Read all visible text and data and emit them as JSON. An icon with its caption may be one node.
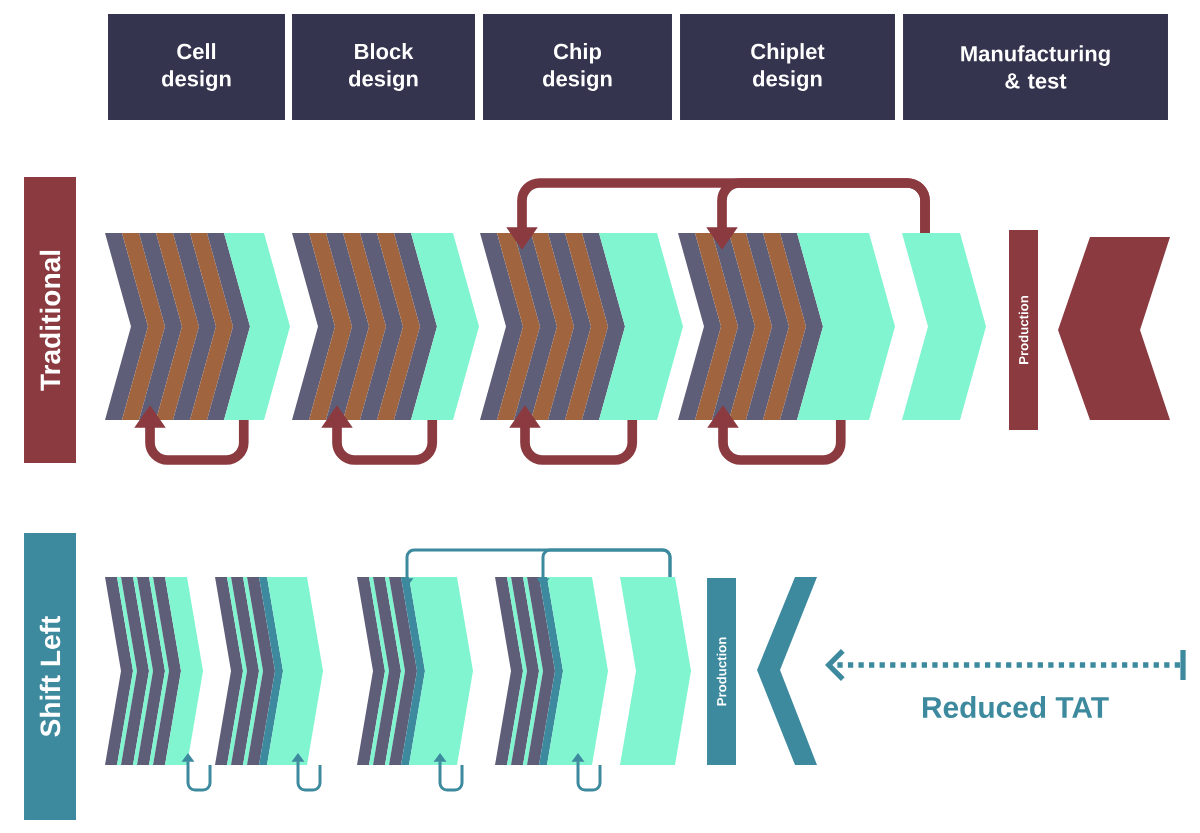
{
  "diagram": {
    "nodes": [
      {
        "text": [
          "Cell design"
        ]
      },
      {
        "text": [
          "Block design"
        ]
      },
      {
        "text": [
          "Chip design"
        ]
      },
      {
        "text": [
          "Chiplet design"
        ]
      },
      {
        "text": [
          "Manufacturing & test"
        ]
      },
      {
        "text": [
          "Traditional"
        ]
      },
      {
        "text": [],
        "shape": "chevron"
      },
      {
        "text": [],
        "shape": "chevron"
      },
      {
        "text": [],
        "shape": "chevron"
      },
      {
        "text": [],
        "shape": "chevron"
      },
      {
        "text": [],
        "shape": "chevron"
      },
      {
        "text": [
          "Production"
        ]
      },
      {
        "text": [],
        "shape": "chevron"
      },
      {
        "text": [
          "Shift Left"
        ]
      },
      {
        "text": [],
        "shape": "chevron"
      },
      {
        "text": [],
        "shape": "chevron"
      },
      {
        "text": [],
        "shape": "chevron"
      },
      {
        "text": [],
        "shape": "chevron"
      },
      {
        "text": [],
        "shape": "chevron"
      },
      {
        "text": [
          "Production"
        ]
      },
      {
        "text": [],
        "shape": "chevron"
      }
    ],
    "edges": [
      {
        "from": 6,
        "to": 6,
        "arrow": "to",
        "style": "thick",
        "color": "#8b3a40"
      },
      {
        "from": 7,
        "to": 7,
        "arrow": "to",
        "style": "thick",
        "color": "#8b3a40"
      },
      {
        "from": 8,
        "to": 8,
        "arrow": "to",
        "style": "thick",
        "color": "#8b3a40"
      },
      {
        "from": 9,
        "to": 9,
        "arrow": "to",
        "style": "thick",
        "color": "#8b3a40"
      },
      {
        "from": 10,
        "to": 8,
        "arrow": "to",
        "style": "thick",
        "color": "#8b3a40"
      },
      {
        "from": 10,
        "to": 9,
        "arrow": "to",
        "style": "thick",
        "color": "#8b3a40"
      },
      {
        "from": 14,
        "to": 14,
        "arrow": "to",
        "color": "#3d8a9e"
      },
      {
        "from": 15,
        "to": 15,
        "arrow": "to",
        "color": "#3d8a9e"
      },
      {
        "from": 16,
        "to": 16,
        "arrow": "to",
        "color": "#3d8a9e"
      },
      {
        "from": 17,
        "to": 17,
        "arrow": "to",
        "color": "#3d8a9e"
      },
      {
        "from": 18,
        "to": 16,
        "arrow": "to",
        "color": "#3d8a9e"
      },
      {
        "from": 18,
        "to": 17,
        "arrow": "to",
        "color": "#3d8a9e"
      }
    ],
    "labels": [
      "Reduced TAT"
    ]
  }
}
